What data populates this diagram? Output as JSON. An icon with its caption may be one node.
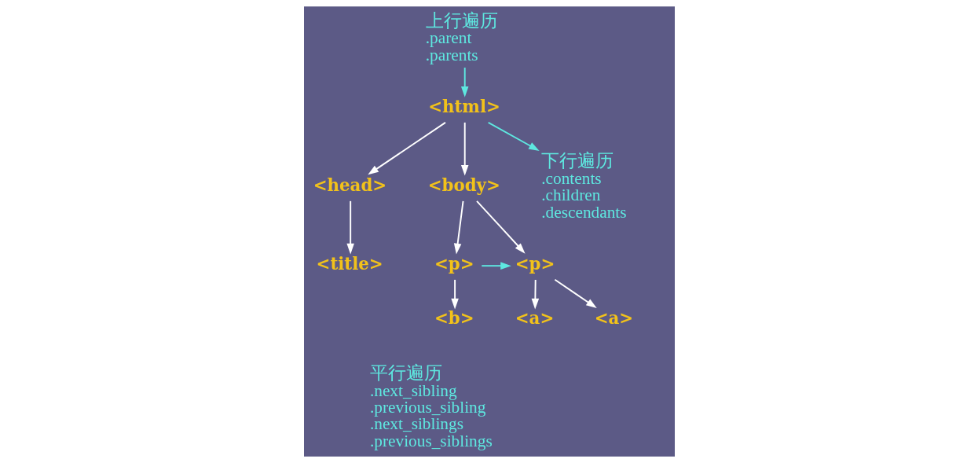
{
  "diagram": {
    "nodes": [
      {
        "text": [
          "<html>"
        ]
      },
      {
        "text": [
          "<head>"
        ]
      },
      {
        "text": [
          "<title>"
        ]
      },
      {
        "text": [
          "<body>"
        ]
      },
      {
        "text": [
          "<p>"
        ]
      },
      {
        "text": [
          "<p>"
        ]
      },
      {
        "text": [
          "<b>"
        ]
      },
      {
        "text": [
          "<a>"
        ]
      },
      {
        "text": [
          "<a>"
        ]
      },
      {
        "text": [
          "下行遍历",
          ".contents",
          ".children",
          ".descendants"
        ]
      },
      {
        "text": [
          "上行遍历",
          ".parent",
          ".parents"
        ]
      },
      {
        "text": [
          "平行遍历",
          ".next_sibling",
          ".previous_sibling",
          ".next_siblings",
          ".previous_siblings"
        ]
      }
    ],
    "edges": [
      {
        "from": 0,
        "to": 1,
        "arrow": "to"
      },
      {
        "from": 0,
        "to": 3,
        "arrow": "to"
      },
      {
        "from": 1,
        "to": 2,
        "arrow": "to"
      },
      {
        "from": 3,
        "to": 4,
        "arrow": "to"
      },
      {
        "from": 3,
        "to": 5,
        "arrow": "to"
      },
      {
        "from": 4,
        "to": 6,
        "arrow": "to"
      },
      {
        "from": 5,
        "to": 7,
        "arrow": "to"
      },
      {
        "from": 5,
        "to": 8,
        "arrow": "to"
      },
      {
        "from": 0,
        "to": 9,
        "arrow": "to",
        "color": "#5ee8e0"
      },
      {
        "from": 10,
        "to": 0,
        "arrow": "to",
        "color": "#5ee8e0"
      },
      {
        "from": 4,
        "to": 5,
        "arrow": "to",
        "color": "#5ee8e0"
      }
    ]
  }
}
